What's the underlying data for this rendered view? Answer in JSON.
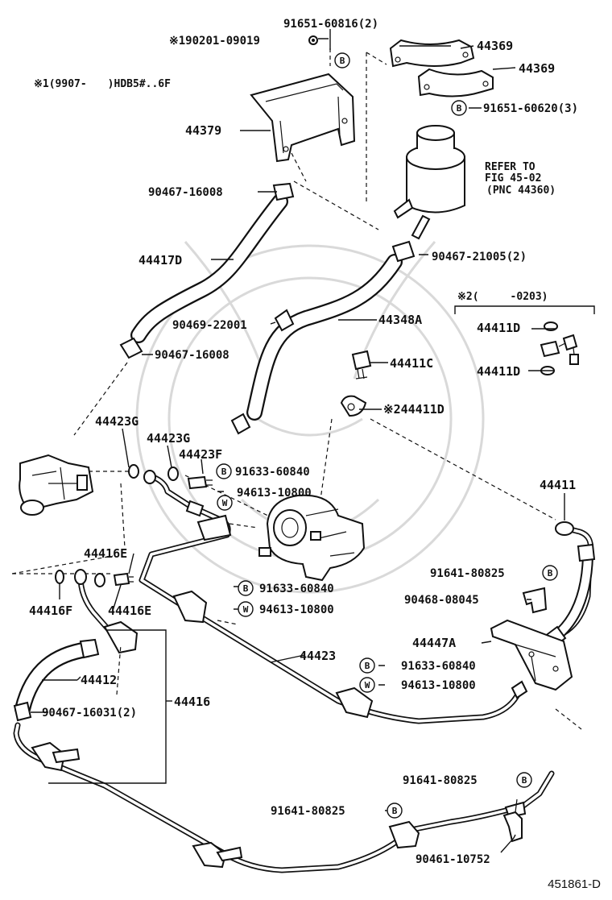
{
  "diagram_id": "451861-D",
  "header_note": "※1(9907-　　)HDB5#..6F",
  "refer": {
    "line1": "REFER TO",
    "line2": "FIG 45-02",
    "line3": "(PNC 44360)"
  },
  "option_note": "※2(　　　-0203)",
  "badges": {
    "b": "B",
    "w": "W"
  },
  "labels": {
    "p91651_60816": "91651-60816(2)",
    "p190201_09019": "※190201-09019",
    "p44369_a": "44369",
    "p44369_b": "44369",
    "p91651_60620": "91651-60620(3)",
    "p44379": "44379",
    "p90467_16008_a": "90467-16008",
    "p44417D": "44417D",
    "p90467_21005": "90467-21005(2)",
    "p90469_22001": "90469-22001",
    "p44348A": "44348A",
    "p90467_16008_b": "90467-16008",
    "p44411C": "44411C",
    "p44411D_a": "44411D",
    "p44411D_b": "44411D",
    "p44411D_c": "※244411D",
    "p44423G_a": "44423G",
    "p44423G_b": "44423G",
    "p44423F": "44423F",
    "p91633_60840_a": "91633-60840",
    "p94613_10800_a": "94613-10800",
    "p44411": "44411",
    "p44416E_a": "44416E",
    "p44416F": "44416F",
    "p44416E_b": "44416E",
    "p91633_60840_b": "91633-60840",
    "p94613_10800_b": "94613-10800",
    "p91641_80825_a": "91641-80825",
    "p90468_08045": "90468-08045",
    "p44447A": "44447A",
    "p44423": "44423",
    "p91633_60840_c": "91633-60840",
    "p94613_10800_c": "94613-10800",
    "p44412": "44412",
    "p44416": "44416",
    "p90467_16031": "90467-16031(2)",
    "p91641_80825_b": "91641-80825",
    "p91641_80825_c": "91641-80825",
    "p90461_10752": "90461-10752"
  }
}
